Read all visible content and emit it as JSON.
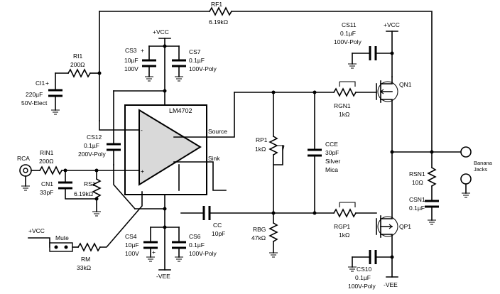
{
  "ic": {
    "name": "LM4702",
    "pin_source": "Source",
    "pin_sink": "Sink",
    "plus": "+",
    "minus": "-"
  },
  "components": {
    "RF1": {
      "ref": "RF1",
      "value": "6.19kΩ"
    },
    "RI1": {
      "ref": "RI1",
      "value": "200Ω"
    },
    "CI1": {
      "ref": "CI1",
      "value1": "220µF",
      "value2": "50V-Elect",
      "plus": "+"
    },
    "CS3": {
      "ref": "CS3",
      "value1": "10µF",
      "value2": "100V",
      "plus": "+"
    },
    "CS7": {
      "ref": "CS7",
      "value1": "0.1µF",
      "value2": "100V-Poly"
    },
    "CS12": {
      "ref": "CS12",
      "value1": "0.1µF",
      "value2": "200V-Poly"
    },
    "RIN1": {
      "ref": "RIN1",
      "value": "200Ω"
    },
    "CN1": {
      "ref": "CN1",
      "value": "33pF"
    },
    "RS1": {
      "ref": "RS1",
      "value": "6.19kΩ"
    },
    "RP1": {
      "ref": "RP1",
      "value": "1kΩ"
    },
    "CCE": {
      "ref": "CCE",
      "value1": "30pF",
      "value2": "Silver",
      "value3": "Mica"
    },
    "CC": {
      "ref": "CC",
      "value": "10pF"
    },
    "RBG": {
      "ref": "RBG",
      "value": "47kΩ"
    },
    "CS11": {
      "ref": "CS11",
      "value1": "0.1µF",
      "value2": "100V-Poly"
    },
    "RGN1": {
      "ref": "RGN1",
      "value": "1kΩ"
    },
    "QN1": {
      "ref": "QN1"
    },
    "RGP1": {
      "ref": "RGP1",
      "value": "1kΩ"
    },
    "QP1": {
      "ref": "QP1"
    },
    "CS10": {
      "ref": "CS10",
      "value1": "0.1µF",
      "value2": "100V-Poly"
    },
    "RSN1": {
      "ref": "RSN1",
      "value": "10Ω"
    },
    "CSN1": {
      "ref": "CSN1",
      "value": "0.1µF"
    },
    "CS4": {
      "ref": "CS4",
      "value1": "10µF",
      "value2": "100V",
      "plus": "+"
    },
    "CS6": {
      "ref": "CS6",
      "value1": "0.1µF",
      "value2": "100V-Poly"
    },
    "RM": {
      "ref": "RM",
      "value": "33kΩ"
    }
  },
  "labels": {
    "rca": "RCA",
    "vcc_top": "+VCC",
    "vcc_right": "+VCC",
    "vcc_mute": "+VCC",
    "vee_bottom": "-VEE",
    "vee_right": "-VEE",
    "mute": "Mute",
    "banana1": "Banana",
    "banana2": "Jacks"
  }
}
